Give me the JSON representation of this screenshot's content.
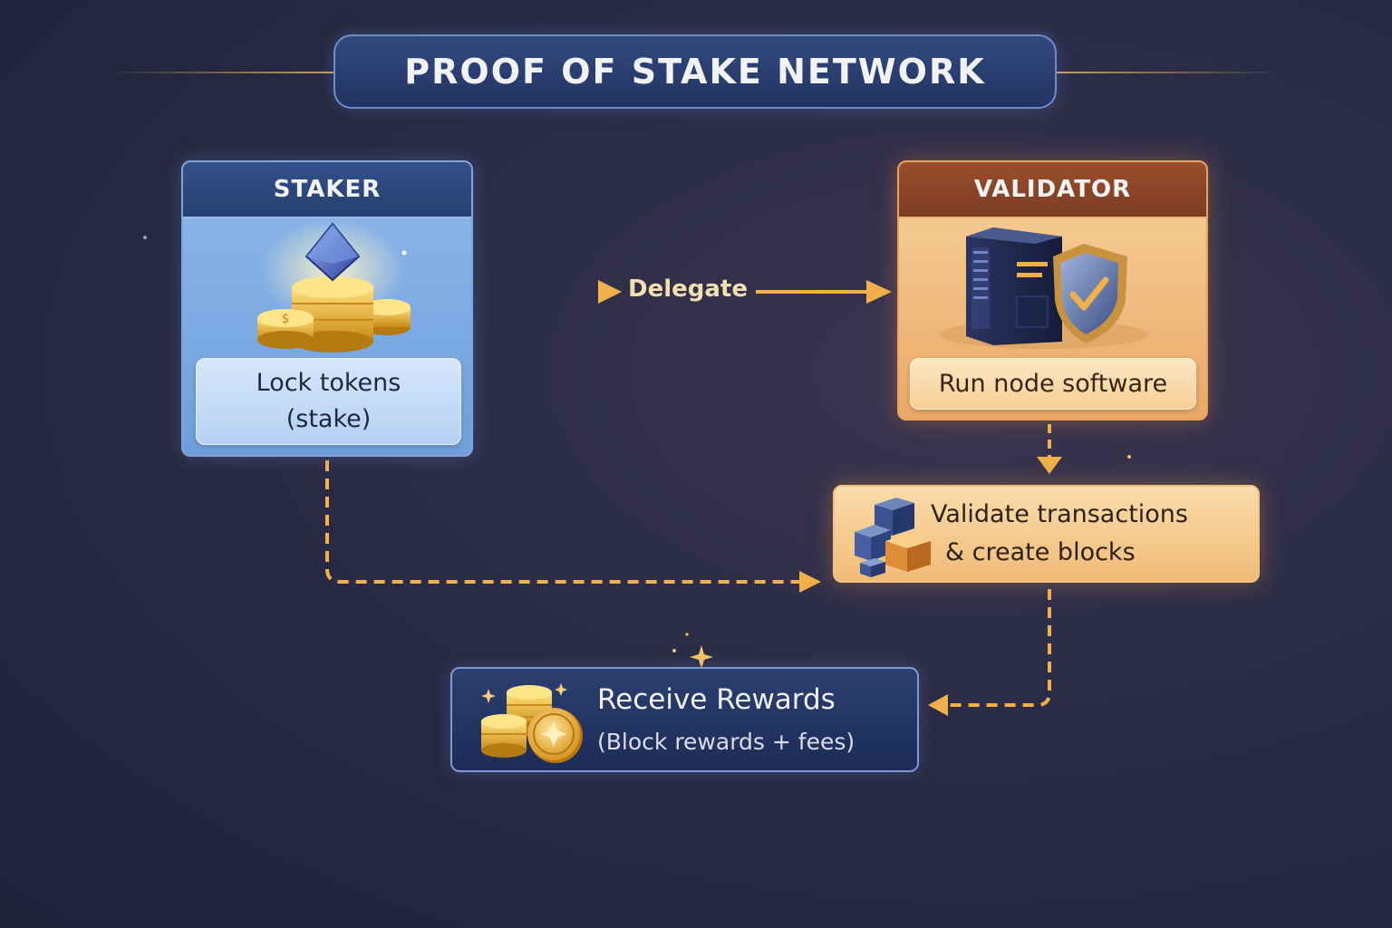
{
  "title": "PROOF OF STAKE NETWORK",
  "staker": {
    "header": "STAKER",
    "action": "Lock tokens (stake)"
  },
  "validator": {
    "header": "VALIDATOR",
    "action": "Run node software"
  },
  "delegate_label": "Delegate",
  "validate": {
    "line1": "Validate transactions",
    "line2": "& create blocks"
  },
  "rewards": {
    "title": "Receive Rewards",
    "subtitle": "(Block rewards + fees)"
  },
  "colors": {
    "accent_gold": "#f2b04a",
    "staker_blue": "#6e9fdc",
    "validator_orange": "#e9a866"
  }
}
